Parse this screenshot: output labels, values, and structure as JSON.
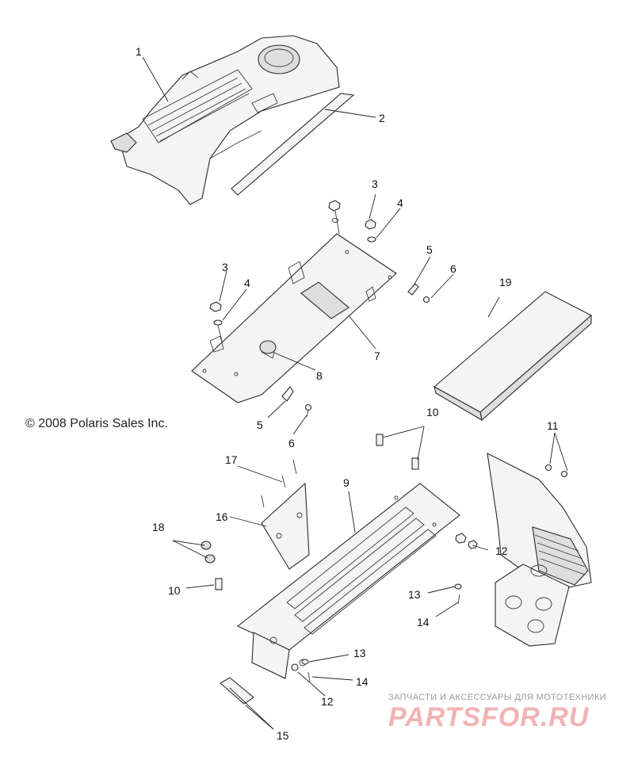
{
  "callouts": {
    "c1": "1",
    "c2": "2",
    "c3a": "3",
    "c4a": "4",
    "c5a": "5",
    "c6a": "6",
    "c19": "19",
    "c3b": "3",
    "c4b": "4",
    "c7": "7",
    "c8": "8",
    "c5b": "5",
    "c6b": "6",
    "c10a": "10",
    "c11": "11",
    "c17": "17",
    "c9": "9",
    "c16": "16",
    "c18": "18",
    "c12a": "12",
    "c10b": "10",
    "c13a": "13",
    "c14a": "14",
    "c13b": "13",
    "c14b": "14",
    "c12b": "12",
    "c15": "15"
  },
  "copyright": "© 2008 Polaris Sales Inc.",
  "watermark": {
    "tagline": "ЗАПЧАСТИ И АКСЕССУАРЫ ДЛЯ МОТОТЕХНИКИ",
    "brand": "PARTSFOR.RU"
  }
}
